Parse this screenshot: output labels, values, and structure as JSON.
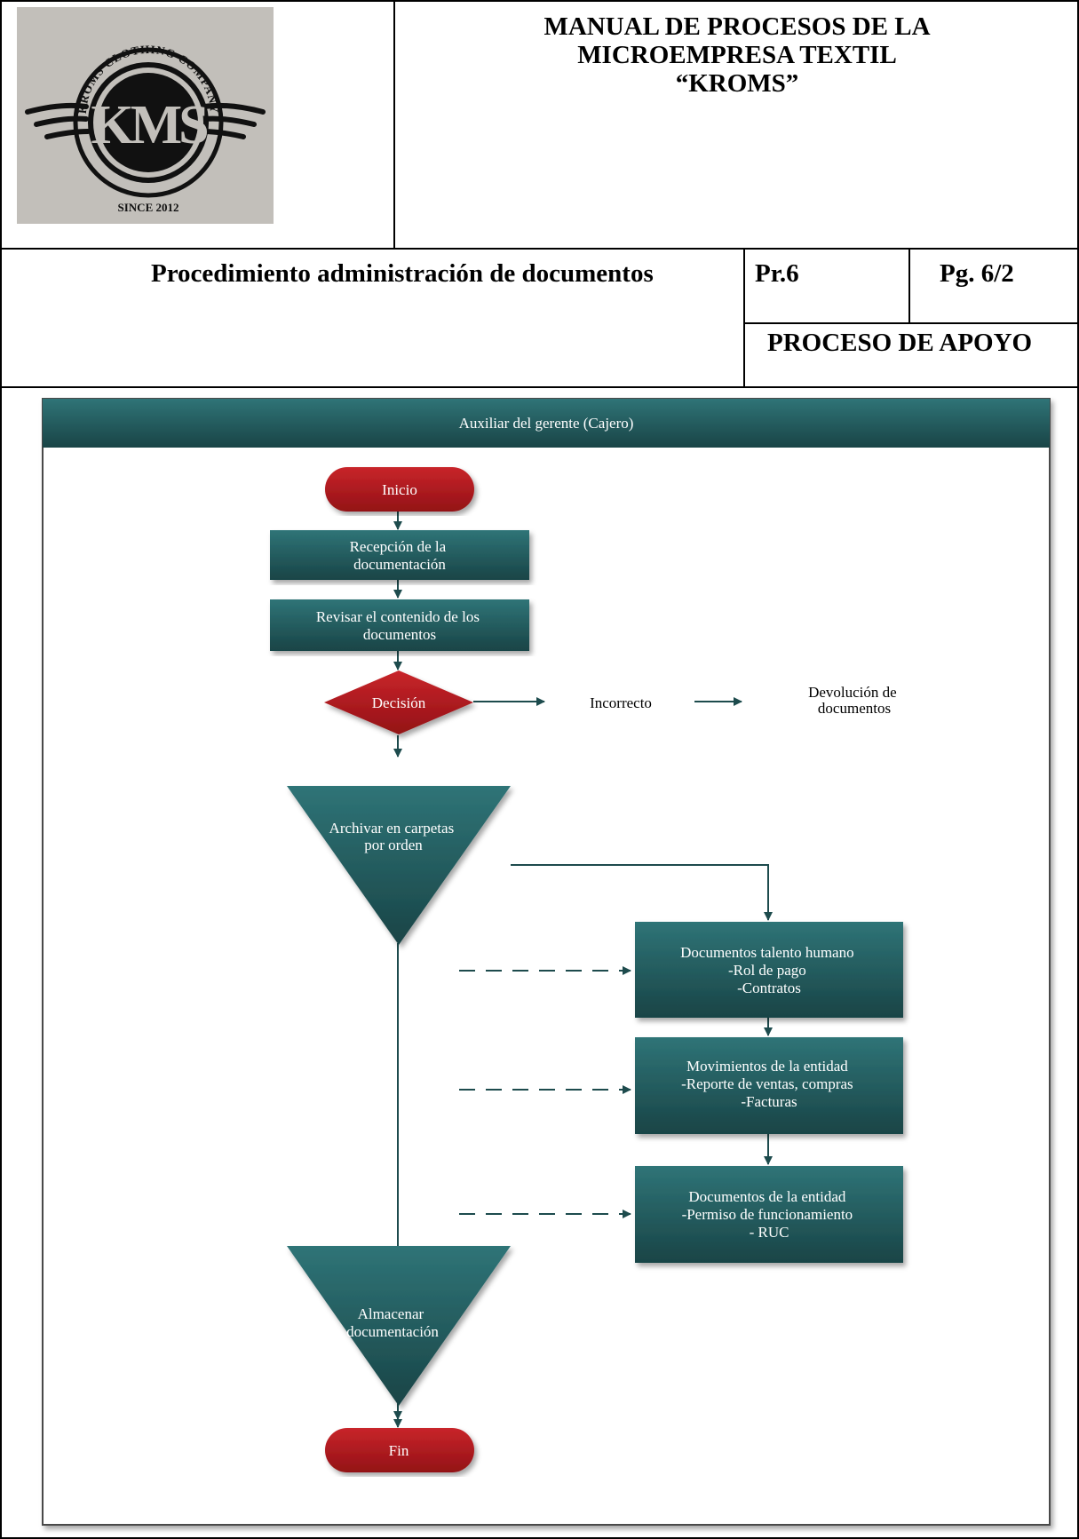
{
  "header": {
    "logo": {
      "ring_text_top": "KROMS CLOTHING COMPANY",
      "monogram": "KMS",
      "ring_text_bottom": "SINCE 2012"
    },
    "manual_title_lines": [
      "MANUAL DE PROCESOS DE LA",
      "MICROEMPRESA TEXTIL",
      "“KROMS”"
    ]
  },
  "procedure": {
    "title": "Procedimiento administración de documentos",
    "code": "Pr.6",
    "page": "Pg. 6/2",
    "process_type": "PROCESO DE APOYO"
  },
  "diagram": {
    "lane_title": "Auxiliar del gerente (Cajero)",
    "start_label": "Inicio",
    "step1_lines": [
      "Recepción de la",
      "documentación"
    ],
    "step2_lines": [
      "Revisar el contenido de los",
      "documentos"
    ],
    "decision_label": "Decisión",
    "incorrect_label": "Incorrecto",
    "return_lines": [
      "Devolución de",
      "documentos"
    ],
    "archive_lines": [
      "Archivar en carpetas",
      "por orden"
    ],
    "doc_box1_lines": [
      "Documentos talento humano",
      "-Rol de pago",
      "-Contratos"
    ],
    "doc_box2_lines": [
      "Movimientos de la entidad",
      "-Reporte de ventas, compras",
      "-Facturas"
    ],
    "doc_box3_lines": [
      "Documentos de la entidad",
      "-Permiso de funcionamiento",
      "- RUC"
    ],
    "store_lines": [
      "Almacenar",
      "documentación"
    ],
    "end_label": "Fin"
  },
  "colors": {
    "teal_dark": "#1f5456",
    "teal": "#2c6f72",
    "terminal_red": "#b3191f",
    "decision_red": "#b5161c",
    "connector": "#1d4b4d"
  }
}
